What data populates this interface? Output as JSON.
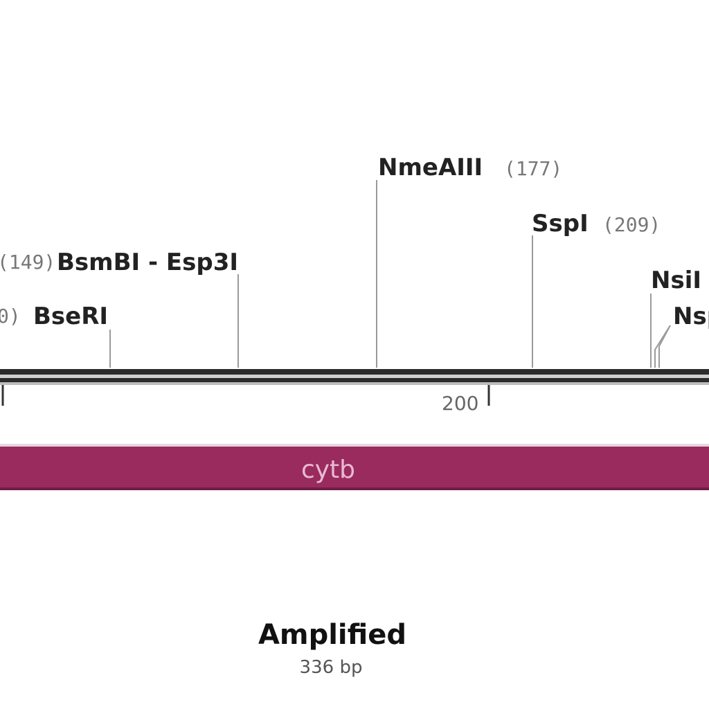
{
  "enzymes": {
    "left_partial_1": {
      "pos": "(149)"
    },
    "left_partial_2": {
      "pos": "0)"
    },
    "bsmbi": {
      "name": "BsmBI - Esp3I"
    },
    "bseri": {
      "name": "BseRI"
    },
    "nmeaiii": {
      "name": "NmeAIII",
      "pos": "(177)"
    },
    "sspi": {
      "name": "SspI",
      "pos": "(209)"
    },
    "nsii": {
      "name": "NsiI"
    },
    "nsp_partial": {
      "name": "Nsp"
    }
  },
  "ruler": {
    "tick_200": "200"
  },
  "feature": {
    "label": "cytb",
    "color": "#9a2b5e"
  },
  "footer": {
    "title": "Amplified",
    "length": "336 bp"
  }
}
